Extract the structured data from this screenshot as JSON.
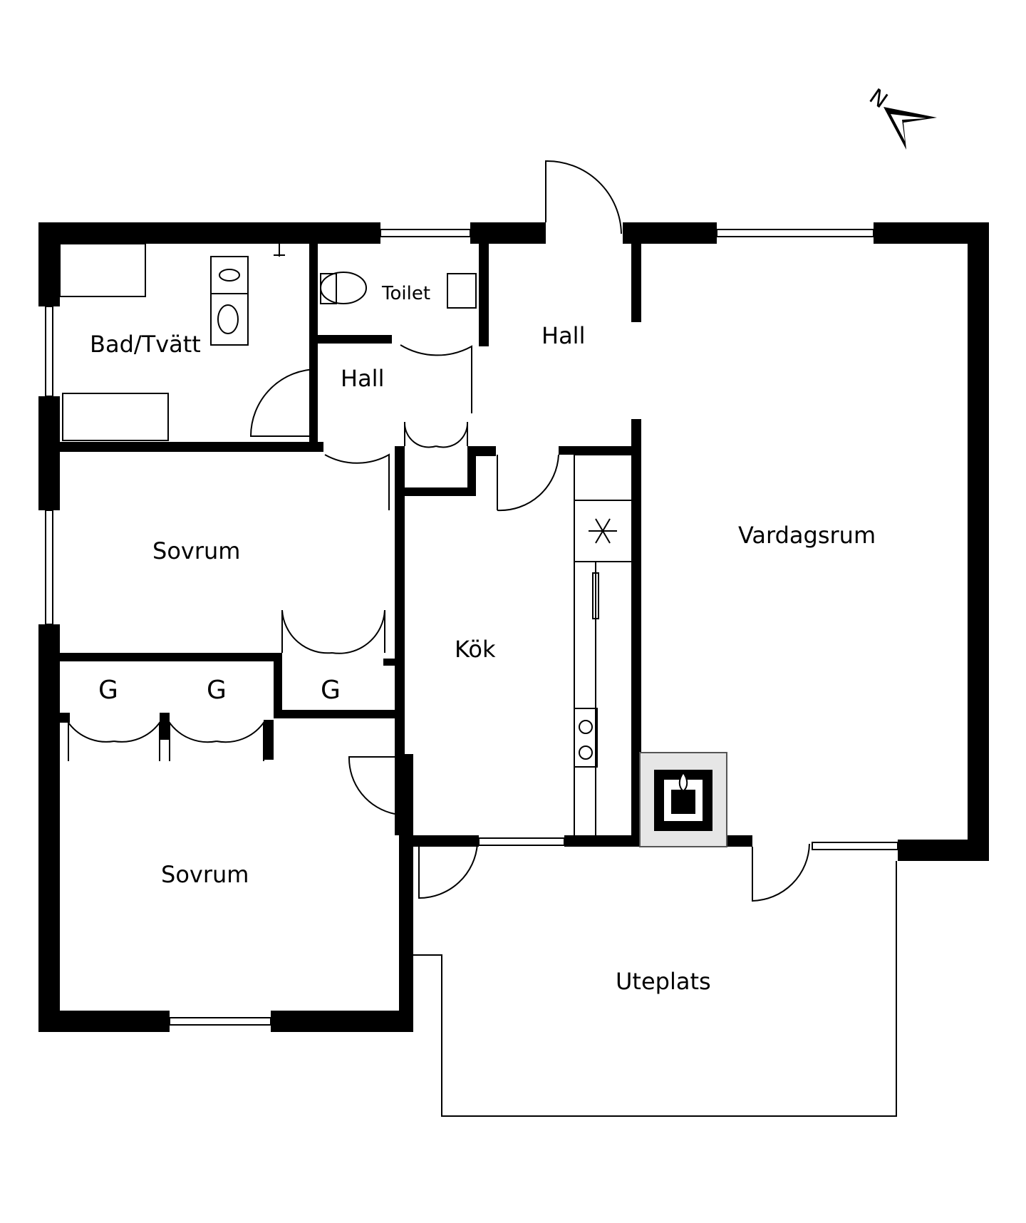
{
  "compass": {
    "north_label": "N"
  },
  "rooms": {
    "bad_tvatt": "Bad/Tvätt",
    "toilet": "Toilet",
    "hall_entry": "Hall",
    "hall_inner": "Hall",
    "sovrum_top": "Sovrum",
    "sovrum_bottom": "Sovrum",
    "kok": "Kök",
    "vardagsrum": "Vardagsrum",
    "uteplats": "Uteplats",
    "garderob_1": "G",
    "garderob_2": "G",
    "garderob_3": "G"
  },
  "colors": {
    "wall": "#000000",
    "background": "#ffffff"
  }
}
